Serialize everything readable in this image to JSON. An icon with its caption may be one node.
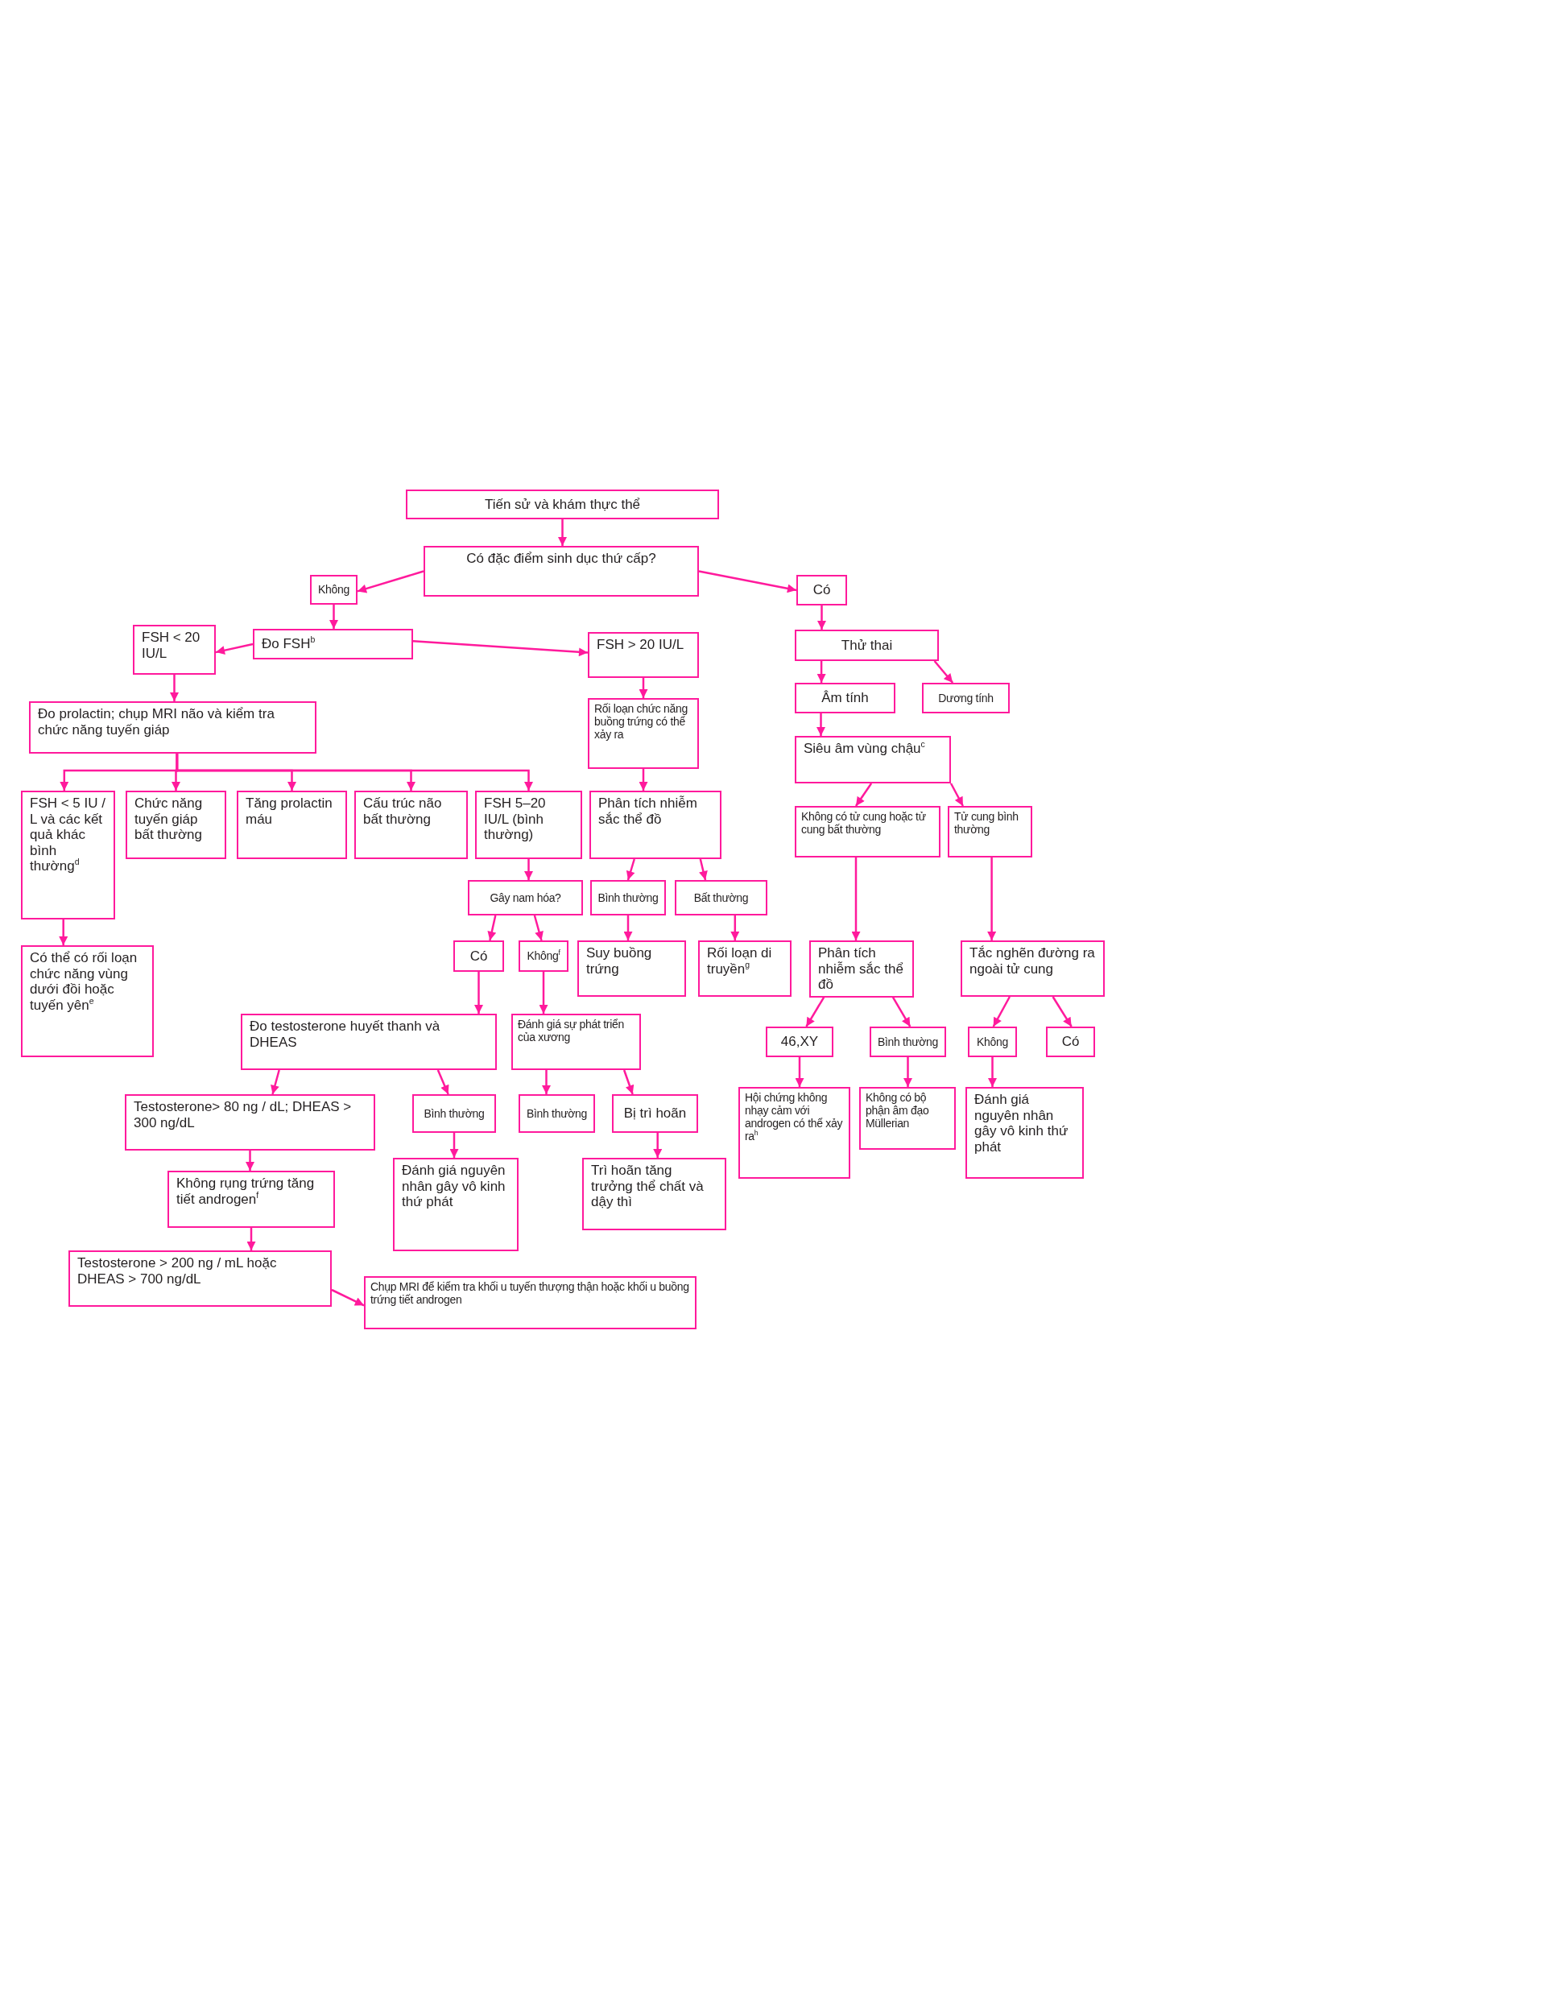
{
  "diagram": {
    "nodes": [
      {
        "text": [
          "Tiến sử và khám thực thể"
        ]
      },
      {
        "text": [
          "Có đặc điểm sinh dục thứ cấp?"
        ]
      },
      {
        "text": [
          "Không"
        ]
      },
      {
        "text": [
          "Có"
        ]
      },
      {
        "text": [
          "Đo FSH$^{b}$"
        ]
      },
      {
        "text": [
          "FSH < 20 IU/L"
        ]
      },
      {
        "text": [
          "FSH > 20 IU/L"
        ]
      },
      {
        "text": [
          "Thử thai"
        ]
      },
      {
        "text": [
          "Đo prolactin; chụp MRI não và kiểm tra chức năng tuyến giáp"
        ]
      },
      {
        "text": [
          "Rối loạn chức năng buồng trứng có thể xảy ra"
        ]
      },
      {
        "text": [
          "Âm tính"
        ]
      },
      {
        "text": [
          "Dương tính"
        ]
      },
      {
        "text": [
          "Siêu âm vùng chậu$^{c}$"
        ]
      },
      {
        "text": [
          "FSH < 5 IU / L và các kết quả khác bình thường$^{d}$"
        ]
      },
      {
        "text": [
          "Chức năng tuyến giáp bất thường"
        ]
      },
      {
        "text": [
          "Tăng prolactin máu"
        ]
      },
      {
        "text": [
          "Cấu trúc não bất thường"
        ]
      },
      {
        "text": [
          "FSH 5–20 IU/L (bình thường)"
        ]
      },
      {
        "text": [
          "Phân tích nhiễm sắc thể đồ"
        ]
      },
      {
        "text": [
          "Không có tử cung hoặc tử cung bất thường"
        ]
      },
      {
        "text": [
          "Tử cung bình thường"
        ]
      },
      {
        "text": [
          "Gây nam hóa?"
        ]
      },
      {
        "text": [
          "Bình thường"
        ]
      },
      {
        "text": [
          "Bất thường"
        ]
      },
      {
        "text": [
          "Có thể có rối loạn chức năng vùng dưới đồi hoặc tuyến yên$^{e}$"
        ]
      },
      {
        "text": [
          "Có"
        ]
      },
      {
        "text": [
          "Không$^{f}$"
        ]
      },
      {
        "text": [
          "Suy buồng trứng"
        ]
      },
      {
        "text": [
          "Rối loạn di truyền$^{g}$"
        ]
      },
      {
        "text": [
          "Phân tích nhiễm sắc thể đồ"
        ]
      },
      {
        "text": [
          "Tắc nghẽn đường ra ngoài tử cung"
        ]
      },
      {
        "text": [
          "Đo testosterone huyết thanh và DHEAS"
        ]
      },
      {
        "text": [
          "Đánh giá sự phát triển của xương"
        ]
      },
      {
        "text": [
          "46,XY"
        ]
      },
      {
        "text": [
          "Bình thường"
        ]
      },
      {
        "text": [
          "Không"
        ]
      },
      {
        "text": [
          "Có"
        ]
      },
      {
        "text": [
          "Testosterone> 80 ng / dL; DHEAS > 300 ng/dL"
        ]
      },
      {
        "text": [
          "Bình thường"
        ]
      },
      {
        "text": [
          "Bình thường"
        ]
      },
      {
        "text": [
          "Bị trì hoãn"
        ]
      },
      {
        "text": [
          "Hội chứng không nhạy cảm với androgen có thể xảy ra$^{h}$"
        ]
      },
      {
        "text": [
          "Không có bộ phận âm đạo Müllerian"
        ]
      },
      {
        "text": [
          "Đánh giá nguyên nhân gây vô kinh thứ phát"
        ]
      },
      {
        "text": [
          "Không rụng trứng tăng tiết androgen$^{f}$"
        ]
      },
      {
        "text": [
          "Đánh giá nguyên nhân gây vô kinh thứ phát"
        ]
      },
      {
        "text": [
          "Trì hoãn tăng trưởng thể chất và dậy thì"
        ]
      },
      {
        "text": [
          "Testosterone > 200 ng / mL hoặc DHEAS > 700 ng/dL"
        ]
      },
      {
        "text": [
          "Chụp MRI để kiểm tra khối u tuyến thượng thận hoặc khối u buồng trứng tiết androgen"
        ]
      }
    ],
    "edges": [
      {
        "from": 0,
        "to": 1,
        "arrow": "to"
      },
      {
        "from": 1,
        "to": 2,
        "arrow": "to"
      },
      {
        "from": 1,
        "to": 3,
        "arrow": "to"
      },
      {
        "from": 2,
        "to": 4,
        "arrow": "to"
      },
      {
        "from": 4,
        "to": 5,
        "arrow": "to"
      },
      {
        "from": 4,
        "to": 6,
        "arrow": "to"
      },
      {
        "from": 3,
        "to": 7,
        "arrow": "to"
      },
      {
        "from": 5,
        "to": 8,
        "arrow": "to"
      },
      {
        "from": 8,
        "to": 13,
        "arrow": "to"
      },
      {
        "from": 8,
        "to": 14,
        "arrow": "to"
      },
      {
        "from": 8,
        "to": 15,
        "arrow": "to"
      },
      {
        "from": 8,
        "to": 16,
        "arrow": "to"
      },
      {
        "from": 8,
        "to": 17,
        "arrow": "to"
      },
      {
        "from": 6,
        "to": 9,
        "arrow": "to"
      },
      {
        "from": 7,
        "to": 10,
        "arrow": "to"
      },
      {
        "from": 7,
        "to": 11,
        "arrow": "to"
      },
      {
        "from": 9,
        "to": 18,
        "arrow": "to"
      },
      {
        "from": 10,
        "to": 12,
        "arrow": "to"
      },
      {
        "from": 12,
        "to": 19,
        "arrow": "to"
      },
      {
        "from": 12,
        "to": 20,
        "arrow": "to"
      },
      {
        "from": 13,
        "to": 24,
        "arrow": "to"
      },
      {
        "from": 17,
        "to": 21,
        "arrow": "to"
      },
      {
        "from": 18,
        "to": 22,
        "arrow": "to"
      },
      {
        "from": 18,
        "to": 23,
        "arrow": "to"
      },
      {
        "from": 19,
        "to": 29,
        "arrow": "to"
      },
      {
        "from": 20,
        "to": 30,
        "arrow": "to"
      },
      {
        "from": 21,
        "to": 25,
        "arrow": "to"
      },
      {
        "from": 21,
        "to": 26,
        "arrow": "to"
      },
      {
        "from": 22,
        "to": 27,
        "arrow": "to"
      },
      {
        "from": 23,
        "to": 28,
        "arrow": "to"
      },
      {
        "from": 25,
        "to": 31,
        "arrow": "to"
      },
      {
        "from": 26,
        "to": 32,
        "arrow": "to"
      },
      {
        "from": 29,
        "to": 33,
        "arrow": "to"
      },
      {
        "from": 29,
        "to": 34,
        "arrow": "to"
      },
      {
        "from": 30,
        "to": 35,
        "arrow": "to"
      },
      {
        "from": 30,
        "to": 36,
        "arrow": "to"
      },
      {
        "from": 33,
        "to": 41,
        "arrow": "to"
      },
      {
        "from": 34,
        "to": 42,
        "arrow": "to"
      },
      {
        "from": 35,
        "to": 43,
        "arrow": "to"
      },
      {
        "from": 31,
        "to": 37,
        "arrow": "to"
      },
      {
        "from": 31,
        "to": 38,
        "arrow": "to"
      },
      {
        "from": 32,
        "to": 39,
        "arrow": "to"
      },
      {
        "from": 32,
        "to": 40,
        "arrow": "to"
      },
      {
        "from": 38,
        "to": 45,
        "arrow": "to"
      },
      {
        "from": 40,
        "to": 46,
        "arrow": "to"
      },
      {
        "from": 37,
        "to": 44,
        "arrow": "to"
      },
      {
        "from": 44,
        "to": 47,
        "arrow": "to"
      },
      {
        "from": 47,
        "to": 48,
        "arrow": "to"
      }
    ]
  }
}
